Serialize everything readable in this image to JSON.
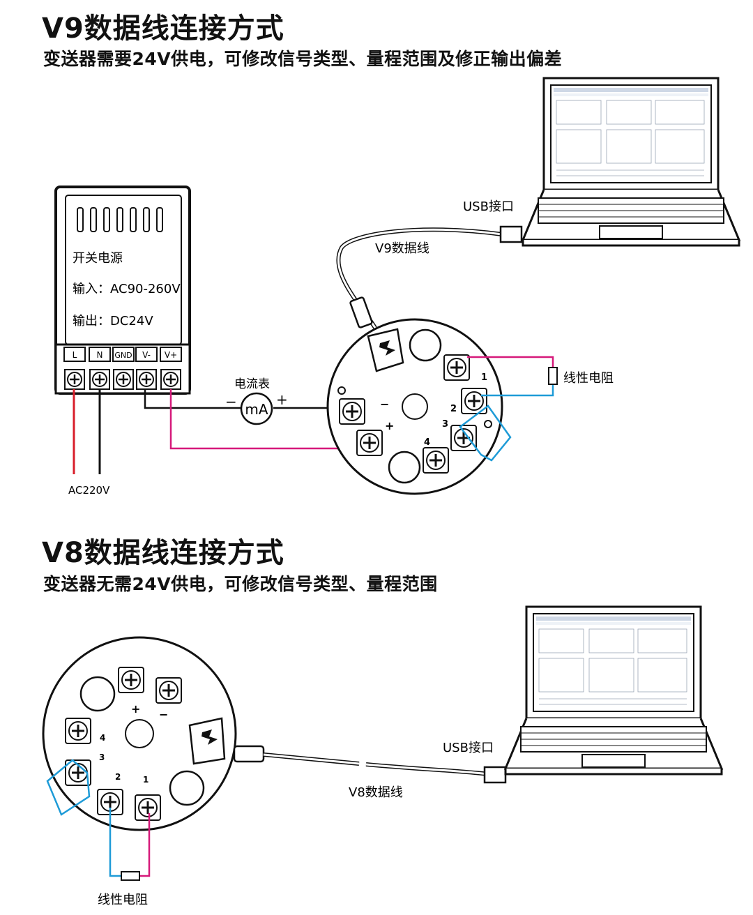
{
  "v9": {
    "title": "V9数据线连接方式",
    "subtitle": "变送器需要24V供电，可修改信号类型、量程范围及修正输出偏差",
    "psu_label": "开关电源",
    "psu_input": "输入：AC90-260V",
    "psu_output": "输出：DC24V",
    "terminals": [
      "L",
      "N",
      "GND",
      "V-",
      "V+"
    ],
    "ac_label": "AC220V",
    "ammeter_label": "电流表",
    "ammeter_unit": "mA",
    "ammeter_minus": "−",
    "ammeter_plus": "+",
    "cable_label": "V9数据线",
    "usb_label": "USB接口",
    "resistor_label": "线性电阻",
    "transmitter_terminals": [
      "1",
      "2",
      "3",
      "4",
      "−",
      "+"
    ]
  },
  "v8": {
    "title": "V8数据线连接方式",
    "subtitle": "变送器无需24V供电，可修改信号类型、量程范围",
    "cable_label": "V8数据线",
    "usb_label": "USB接口",
    "resistor_label": "线性电阻",
    "transmitter_terminals": [
      "1",
      "2",
      "3",
      "4",
      "+",
      "−"
    ]
  },
  "colors": {
    "red": "#d81e2a",
    "magenta": "#d6197a",
    "blue": "#1e9bd7",
    "black": "#111111"
  }
}
